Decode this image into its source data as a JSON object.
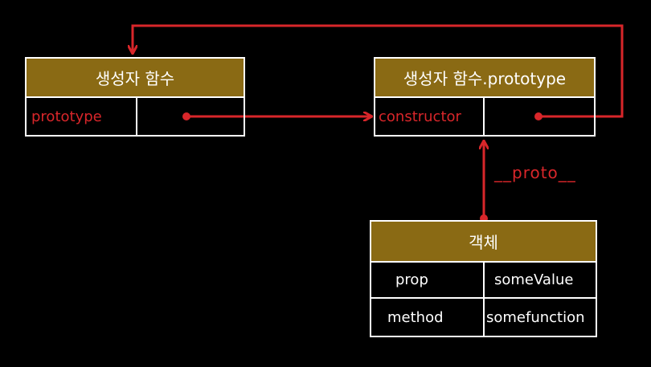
{
  "constructor_box": {
    "title": "생성자 함수",
    "cell_label": "prototype",
    "cell_value": ""
  },
  "prototype_box": {
    "title": "생성자 함수.prototype",
    "cell_label": "constructor",
    "cell_value": ""
  },
  "object_box": {
    "title": "객체",
    "rows": [
      {
        "key": "prop",
        "value": "someValue"
      },
      {
        "key": "method",
        "value": "somefunction"
      }
    ]
  },
  "edges": {
    "proto_label": "__proto__"
  },
  "colors": {
    "background": "#000000",
    "header": "#8a6a14",
    "arrow": "#d8262a",
    "border": "#ffffff"
  }
}
